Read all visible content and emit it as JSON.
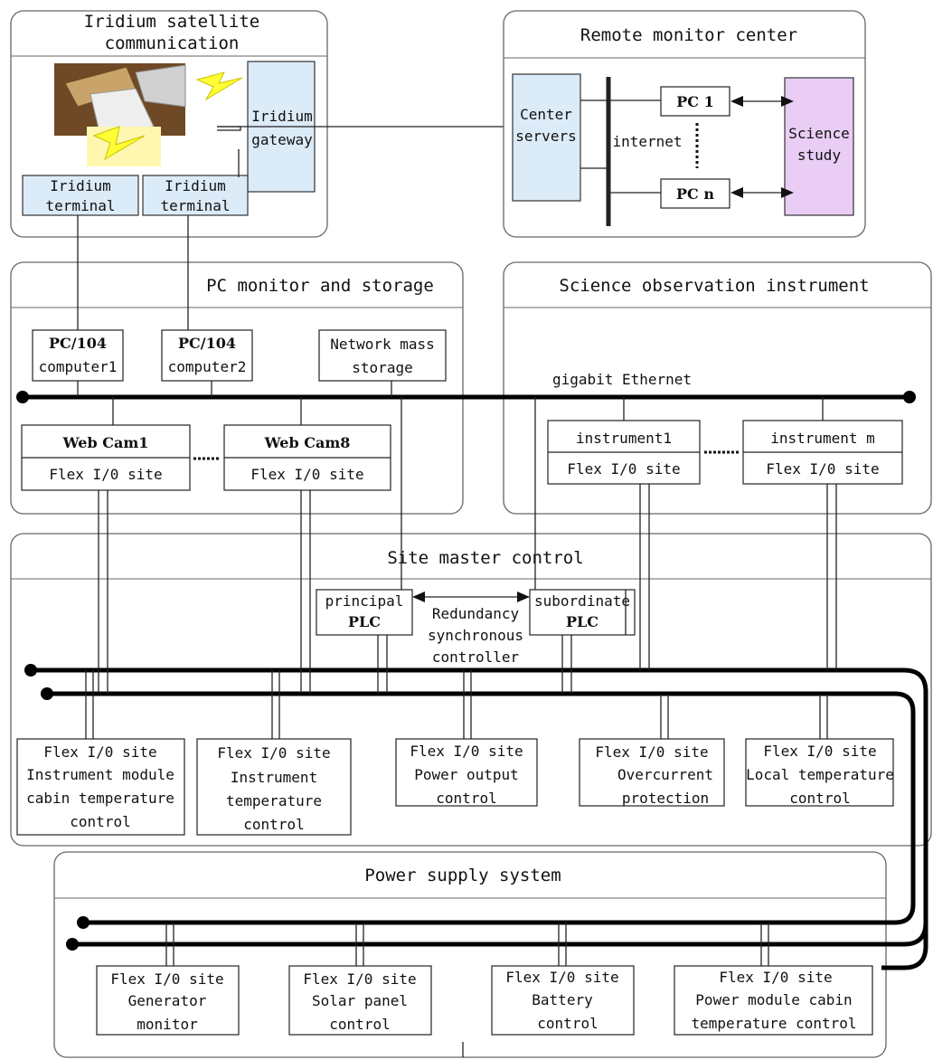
{
  "iridium": {
    "title_l1": "Iridium satellite",
    "title_l2": "communication",
    "terminal1_l1": "Iridium",
    "terminal1_l2": "terminal",
    "terminal2_l1": "Iridium",
    "terminal2_l2": "terminal",
    "gateway_l1": "Iridium",
    "gateway_l2": "gateway"
  },
  "remote": {
    "title": "Remote monitor center",
    "servers_l1": "Center",
    "servers_l2": "servers",
    "internet": "internet",
    "pc1": "PC  1",
    "pcn": "PC  n",
    "science_l1": "Science",
    "science_l2": "study"
  },
  "pc_monitor": {
    "title": "PC monitor and storage",
    "pc104_1_l1": "PC/104",
    "pc104_1_l2": "computer1",
    "pc104_2_l1": "PC/104",
    "pc104_2_l2": "computer2",
    "nas_l1": "Network mass",
    "nas_l2": "storage",
    "webcam1": "Web Cam1",
    "webcam8": "Web Cam8",
    "flex": "Flex I/0 site"
  },
  "science_obs": {
    "title": "Science observation instrument",
    "ethernet": "gigabit Ethernet",
    "instrument1": "instrument1",
    "instrumentm": "instrument m",
    "flex": "Flex I/0 site"
  },
  "site_master": {
    "title": "Site master control",
    "principal_l1": "principal",
    "principal_l2": "PLC",
    "subordinate_l1": "subordinate",
    "subordinate_l2": "PLC",
    "redundancy_l1": "Redundancy",
    "redundancy_l2": "synchronous",
    "redundancy_l3": "controller",
    "site1": [
      "Flex I/0 site",
      "Instrument module",
      "cabin temperature",
      "control"
    ],
    "site2": [
      "Flex I/0 site",
      "Instrument",
      "temperature",
      "control"
    ],
    "site3": [
      "Flex I/0 site",
      "Power output",
      "control"
    ],
    "site4": [
      "Flex I/0 site",
      "Overcurrent",
      "protection"
    ],
    "site5": [
      "Flex I/0 site",
      "Local temperature",
      "control"
    ]
  },
  "power": {
    "title": "Power supply system",
    "site1": [
      "Flex I/0 site",
      "Generator",
      "monitor"
    ],
    "site2": [
      "Flex I/0 site",
      "Solar panel",
      "control"
    ],
    "site3": [
      "Flex I/0 site",
      "Battery",
      "control"
    ],
    "site4": [
      "Flex I/0 site",
      "Power module cabin",
      "temperature control"
    ]
  },
  "colors": {
    "light_blue": "#dcebf8",
    "lavender": "#e9cdf5",
    "lightning": "#ffff33"
  },
  "icons": {
    "satellite": "satellite-photo-icon",
    "lightning": "lightning-bolt-icon"
  }
}
